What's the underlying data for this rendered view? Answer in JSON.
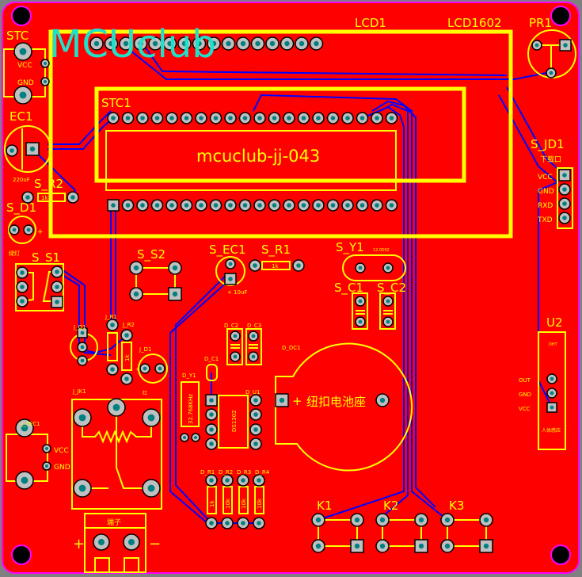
{
  "logo": "MCUclub",
  "colors": {
    "board": "#ff0000",
    "silk": "#ffff00",
    "trace": "#0000ff",
    "pad": "#c0c0c0",
    "drill": "#008080",
    "outline": "#ff00ff",
    "logo": "#20e0c8"
  },
  "lcd": {
    "designator": "LCD1",
    "value": "LCD1602"
  },
  "stc1": {
    "designator": "STC1",
    "chip_text": "mcuclub-jj-043"
  },
  "stc_conn": {
    "designator": "STC",
    "vcc": "VCC",
    "gnd": "GND"
  },
  "ec1": {
    "designator": "EC1",
    "value": "220uF"
  },
  "s_r2": {
    "designator": "S_R2",
    "value": "1k"
  },
  "s_d1": {
    "designator": "S_D1",
    "plus": "+",
    "note": "绿灯"
  },
  "s_s1": {
    "designator": "S_S1"
  },
  "s_s2": {
    "designator": "S_S2"
  },
  "s_ec1": {
    "designator": "S_EC1",
    "value": "+ 10uF"
  },
  "s_r1": {
    "designator": "S_R1",
    "value": "1k"
  },
  "s_y1": {
    "designator": "S_Y1",
    "value": "12.0592"
  },
  "s_c1": {
    "designator": "S_C1"
  },
  "s_c2": {
    "designator": "S_C2"
  },
  "pr1": {
    "designator": "PR1"
  },
  "s_jd1": {
    "designator": "S_JD1",
    "note": "下载口",
    "pins": [
      "VCC",
      "GND",
      "RXD",
      "TXD"
    ]
  },
  "u2": {
    "designator": "U2",
    "top": "DHT",
    "bottom": "人体感应",
    "pins": [
      "OUT",
      "GND",
      "VCC"
    ]
  },
  "j_q1": {
    "designator": "J_Q1"
  },
  "j_r1": {
    "designator": "J_R1"
  },
  "j_r2": {
    "designator": "J_R2",
    "value": "1k"
  },
  "j_d1": {
    "designator": "J_D1",
    "plus": "+",
    "note": "红"
  },
  "j_jk1": {
    "designator": "J_JK1"
  },
  "j_tec1": {
    "designator": "J_TEC1",
    "vcc": "VCC",
    "gnd": "GND"
  },
  "terminal": {
    "title": "端子",
    "plus": "+",
    "minus": "−"
  },
  "d_c1": {
    "designator": "D_C1"
  },
  "d_c2": {
    "designator": "D_C2"
  },
  "d_c3": {
    "designator": "D_C3"
  },
  "d_y1": {
    "designator": "D_Y1",
    "value": "32.768KHz"
  },
  "d_u1": {
    "designator": "D_U1",
    "chip": "DS1302"
  },
  "d_dc1": {
    "designator": "D_DC1",
    "plus": "+",
    "text": "纽扣电池座"
  },
  "d_r": [
    {
      "designator": "D_R1",
      "value": "1k"
    },
    {
      "designator": "D_R2",
      "value": "10k"
    },
    {
      "designator": "D_R3",
      "value": "10k"
    },
    {
      "designator": "D_R4",
      "value": "10k"
    }
  ],
  "keys": [
    {
      "designator": "K1"
    },
    {
      "designator": "K2"
    },
    {
      "designator": "K3"
    }
  ]
}
